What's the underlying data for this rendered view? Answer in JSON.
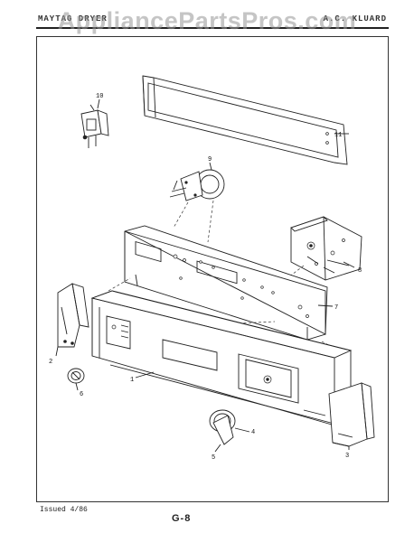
{
  "header": {
    "left_text": "MAYTAG DRYER",
    "right_text": "A.C. KLUARD",
    "watermark": "AppliancePartsPros.com"
  },
  "callouts": [
    "1",
    "2",
    "3",
    "4",
    "5",
    "6",
    "7",
    "8",
    "9",
    "10",
    "11"
  ],
  "footer": {
    "issued": "Issued 4/86",
    "page": "G-8"
  }
}
